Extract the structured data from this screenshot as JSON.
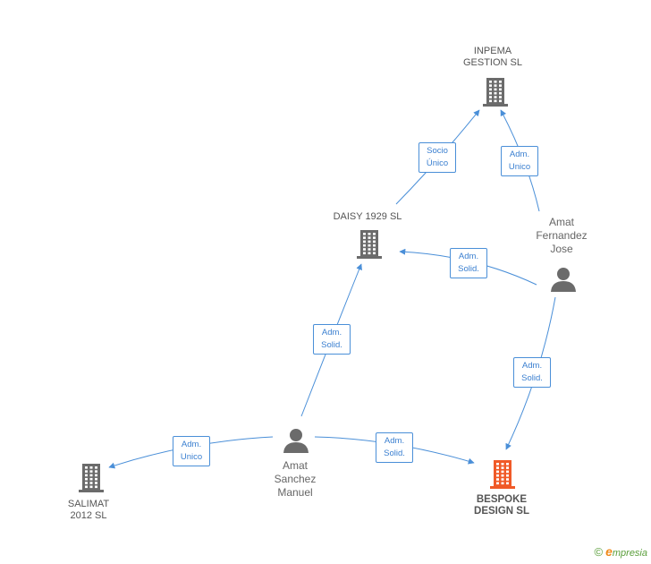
{
  "nodes": [
    {
      "id": "inpema",
      "label": "INPEMA\nGESTION SL",
      "kind": "company"
    },
    {
      "id": "daisy",
      "label": "DAISY 1929 SL",
      "kind": "company"
    },
    {
      "id": "amat_fernandez",
      "label": "Amat\nFernandez\nJose",
      "kind": "person"
    },
    {
      "id": "amat_sanchez",
      "label": "Amat\nSanchez\nManuel",
      "kind": "person"
    },
    {
      "id": "salimat",
      "label": "SALIMAT\n2012 SL",
      "kind": "company"
    },
    {
      "id": "bespoke",
      "label": "BESPOKE\nDESIGN SL",
      "kind": "company-focus"
    }
  ],
  "edges": [
    {
      "id": "daisy-inpema",
      "label": "Socio\nÚnico"
    },
    {
      "id": "fernandez-inpema",
      "label": "Adm.\nUnico"
    },
    {
      "id": "fernandez-daisy",
      "label": "Adm.\nSolid."
    },
    {
      "id": "fernandez-bespoke",
      "label": "Adm.\nSolid."
    },
    {
      "id": "sanchez-daisy",
      "label": "Adm.\nSolid."
    },
    {
      "id": "sanchez-salimat",
      "label": "Adm.\nUnico"
    },
    {
      "id": "sanchez-bespoke",
      "label": "Adm.\nSolid."
    }
  ],
  "colors": {
    "edge": "#4a8fd8",
    "company_icon": "#6b6b6b",
    "focus_icon": "#f05a28",
    "person_icon": "#6b6b6b"
  },
  "brand": {
    "copyright": "©",
    "name_first": "e",
    "name_rest": "mpresia"
  }
}
